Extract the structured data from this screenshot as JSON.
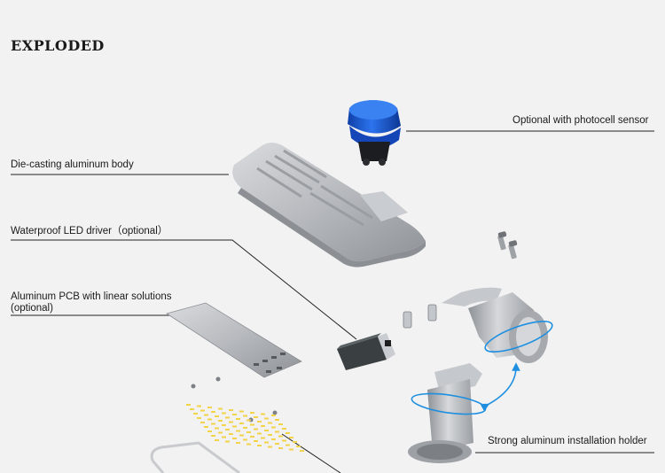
{
  "title": "EXPLODED",
  "labels": {
    "photocell": "Optional with photocell sensor",
    "body": "Die-casting aluminum body",
    "driver": "Waterproof LED driver（optional）",
    "pcb_line1": "Aluminum PCB with linear solutions",
    "pcb_line2": "(optional)",
    "holder": "Strong aluminum installation holder"
  },
  "colors": {
    "background": "#f2f2f2",
    "sensor_blue": "#1e5fd6",
    "arrow_blue": "#1e8fe0",
    "aluminum": "#b9bcc0",
    "driver_dark": "#3a4042",
    "led_yellow": "#f3d34a"
  }
}
